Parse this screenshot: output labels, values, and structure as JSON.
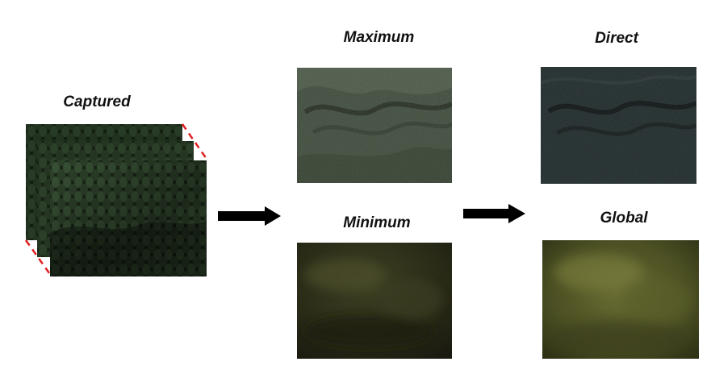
{
  "labels": {
    "captured": "Captured",
    "maximum": "Maximum",
    "minimum": "Minimum",
    "direct": "Direct",
    "global": "Global"
  },
  "colors": {
    "captured_base": "#1d2a1a",
    "maximum_base": "#3d4a3a",
    "minimum_base": "#2b2c18",
    "direct_base": "#1f2a2a",
    "global_base": "#4a4e22",
    "arrow": "#000000",
    "stack_edge": "#e02020"
  }
}
